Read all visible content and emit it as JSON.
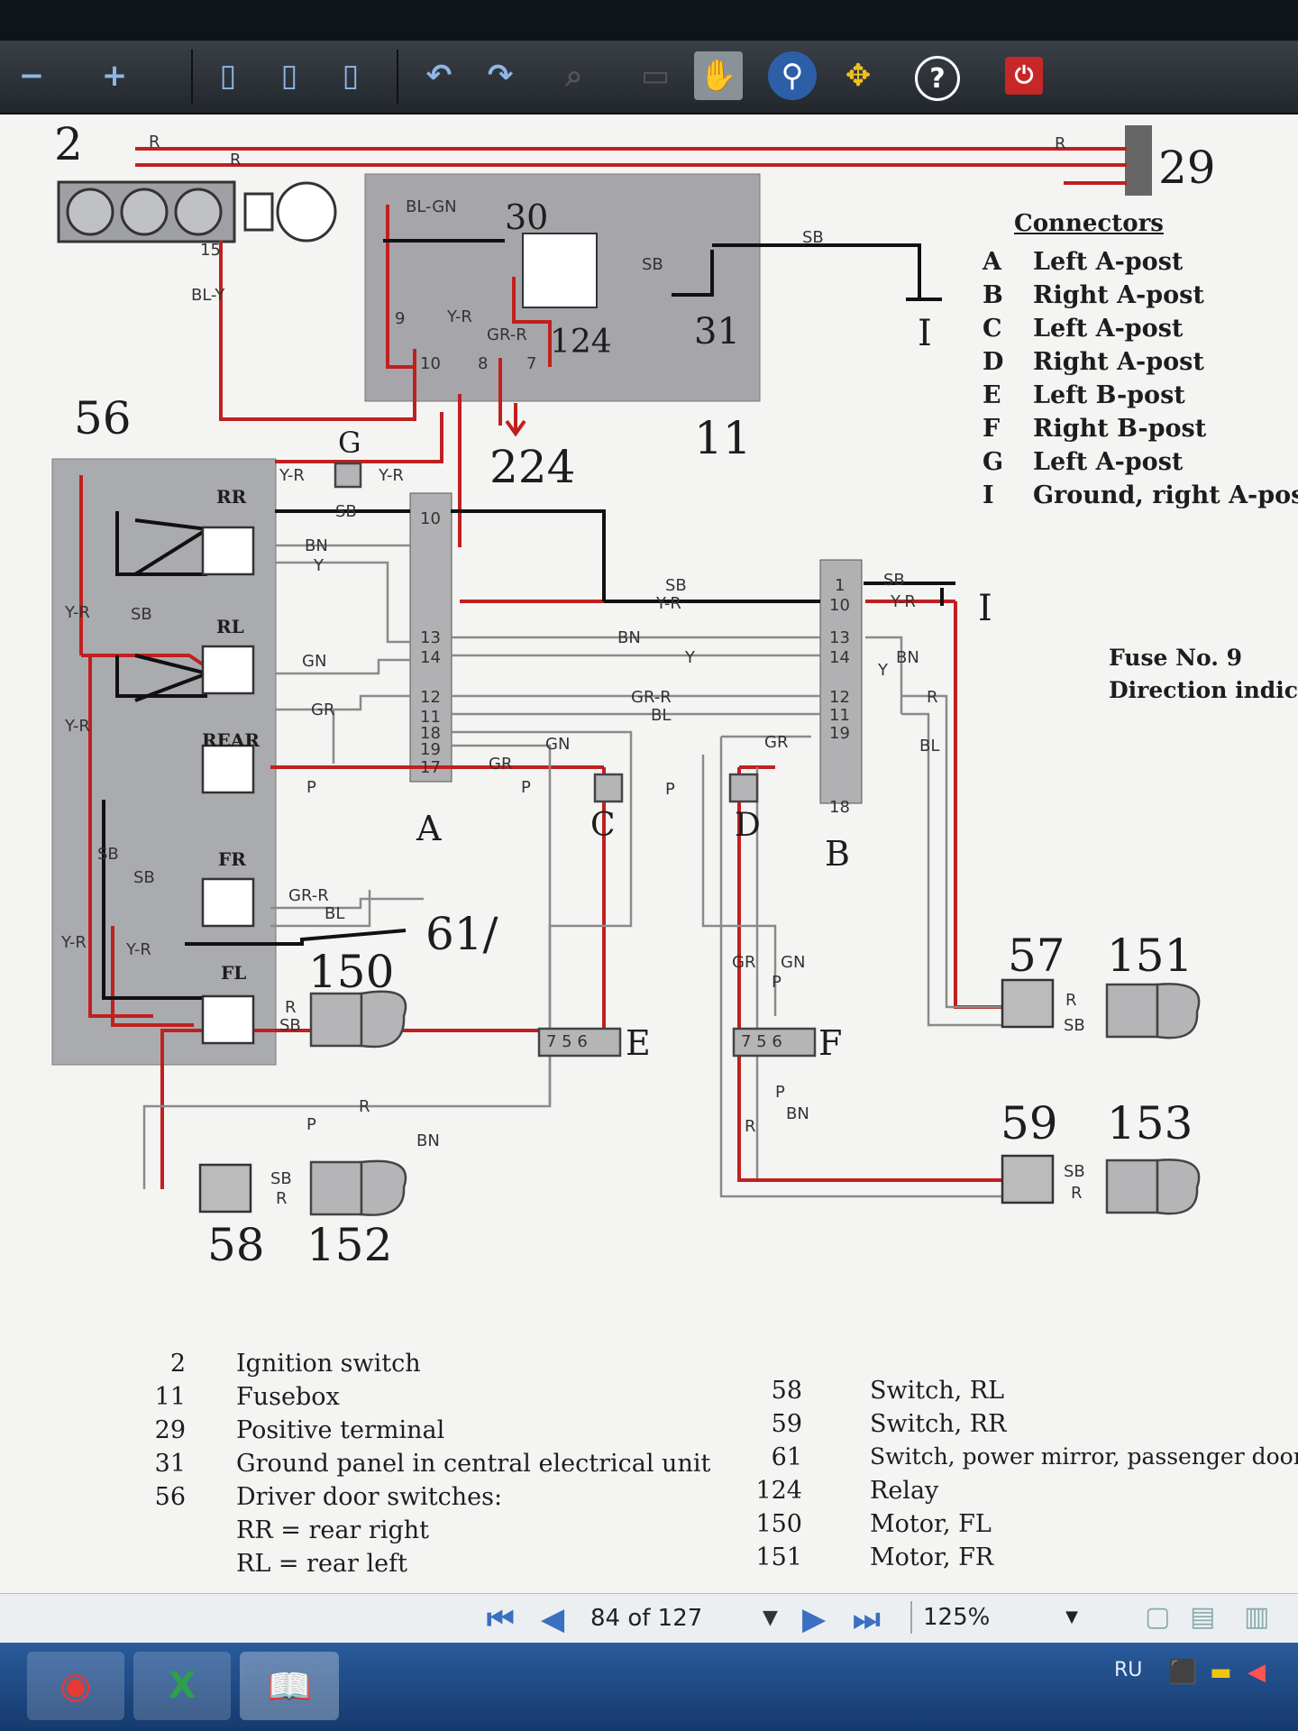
{
  "toolbar": {
    "zoom_out_icon": "minus-icon",
    "zoom_in_icon": "plus-icon",
    "hand_tool_icon": "hand-icon",
    "help_icon": "help-icon",
    "power_icon": "power-icon"
  },
  "diagram": {
    "numbers": {
      "n2": "2",
      "n29": "29",
      "n56": "56",
      "n11": "11",
      "n224": "224",
      "n124": "124",
      "n31": "31",
      "n30": "30",
      "n61": "61/",
      "n150": "150",
      "n57": "57",
      "n151": "151",
      "n59": "59",
      "n153": "153",
      "n58": "58",
      "n152": "152"
    },
    "connector_letters": {
      "A": "A",
      "B": "B",
      "C": "C",
      "D": "D",
      "E": "E",
      "F": "F",
      "G": "G",
      "I1": "I",
      "I2": "I"
    },
    "switch_labels": {
      "rr": "RR",
      "rl": "RL",
      "rear": "REAR",
      "fr": "FR",
      "fl": "FL"
    },
    "fuse_note": {
      "line1": "Fuse No. 9",
      "line2": "Direction indicator"
    },
    "connectors_legend": {
      "title": "Connectors",
      "items": [
        {
          "key": "A",
          "desc": "Left A-post"
        },
        {
          "key": "B",
          "desc": "Right A-post"
        },
        {
          "key": "C",
          "desc": "Left A-post"
        },
        {
          "key": "D",
          "desc": "Right A-post"
        },
        {
          "key": "E",
          "desc": "Left B-post"
        },
        {
          "key": "F",
          "desc": "Right B-post"
        },
        {
          "key": "G",
          "desc": "Left A-post"
        },
        {
          "key": "I",
          "desc": "Ground, right A-post"
        }
      ]
    },
    "wire_labels": {
      "r": "R",
      "blgn": "BL-GN",
      "sb": "SB",
      "bly": "BL-Y",
      "yr": "Y-R",
      "grr": "GR-R",
      "bn": "BN",
      "y": "Y",
      "gn": "GN",
      "gr": "GR",
      "bl": "BL",
      "p": "P"
    },
    "pins": {
      "p10": "10",
      "p13": "13",
      "p14": "14",
      "p12": "12",
      "p11": "11",
      "p18": "18",
      "p19": "19",
      "p17": "17",
      "p1": "1",
      "p756": "7 5 6",
      "p9": "9",
      "p8": "8",
      "p7": "7",
      "p15": "15"
    },
    "components_legend": {
      "left": [
        {
          "num": "2",
          "desc": "Ignition switch"
        },
        {
          "num": "11",
          "desc": "Fusebox"
        },
        {
          "num": "29",
          "desc": "Positive terminal"
        },
        {
          "num": "31",
          "desc": "Ground panel in central electrical unit"
        },
        {
          "num": "56",
          "desc": "Driver door switches:"
        },
        {
          "num": "",
          "desc": "RR = rear right"
        },
        {
          "num": "",
          "desc": "RL = rear left"
        }
      ],
      "right": [
        {
          "num": "58",
          "desc": "Switch, RL"
        },
        {
          "num": "59",
          "desc": "Switch, RR"
        },
        {
          "num": "61",
          "desc": "Switch, power mirror, passenger door"
        },
        {
          "num": "124",
          "desc": "Relay"
        },
        {
          "num": "150",
          "desc": "Motor, FL"
        },
        {
          "num": "151",
          "desc": "Motor, FR"
        }
      ]
    }
  },
  "navigation": {
    "page_label": "84 of 127",
    "zoom": "125%"
  },
  "taskbar": {
    "language": "RU"
  },
  "colors": {
    "red_wire": "#c0201f",
    "black_wire": "#111111",
    "grey_wire": "#8a8a8a",
    "box_fill": "#a9a9ad"
  }
}
